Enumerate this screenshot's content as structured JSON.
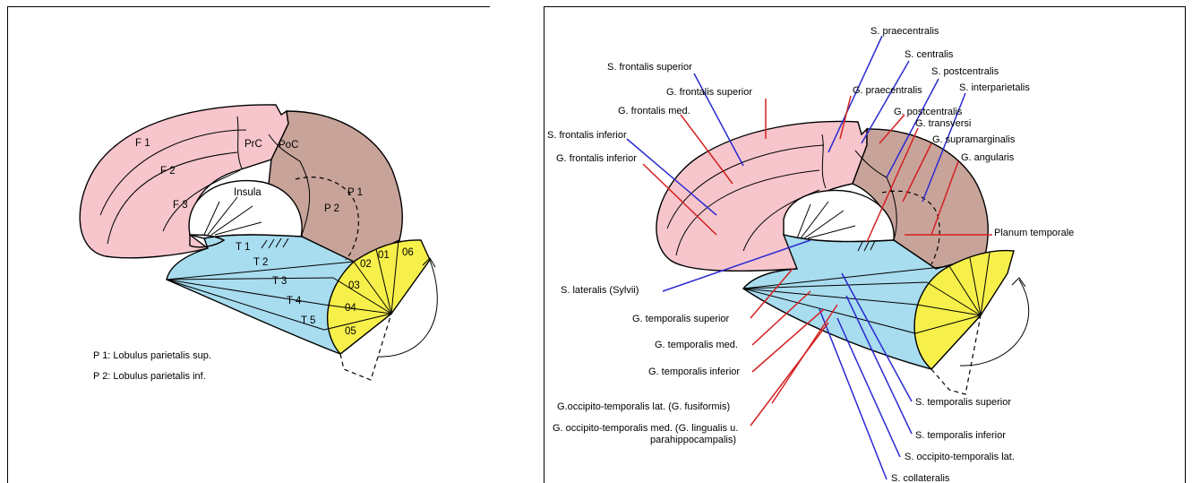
{
  "left_diagram": {
    "regions": {
      "f1": "F 1",
      "f2": "F 2",
      "f3": "F 3",
      "prc": "PrC",
      "poc": "PoC",
      "insula": "Insula",
      "p1": "P 1",
      "p2": "P 2",
      "t1": "T 1",
      "t2": "T 2",
      "t3": "T 3",
      "t4": "T 4",
      "t5": "T 5",
      "o1": "01",
      "o2": "02",
      "o3": "03",
      "o4": "04",
      "o5": "05",
      "o6": "06"
    },
    "legend": {
      "p1": "P 1: Lobulus parietalis sup.",
      "p2": "P 2: Lobulus parietalis inf."
    }
  },
  "right_diagram": {
    "labels": {
      "s_praecentralis": "S. praecentralis",
      "s_centralis": "S. centralis",
      "s_postcentralis": "S. postcentralis",
      "s_interparietalis": "S. interparietalis",
      "s_frontalis_superior": "S. frontalis superior",
      "g_frontalis_superior": "G. frontalis superior",
      "g_praecentralis": "G. praecentralis",
      "g_postcentralis": "G. postcentralis",
      "g_transversi": "G. transversi",
      "g_frontalis_med": "G. frontalis med.",
      "g_supramarginalis": "G. supramarginalis",
      "s_frontalis_inferior": "S. frontalis inferior",
      "g_angularis": "G. angularis",
      "g_frontalis_inferior": "G. frontalis inferior",
      "planum_temporale": "Planum temporale",
      "s_lateralis": "S. lateralis (Sylvii)",
      "g_temporalis_superior": "G. temporalis superior",
      "g_temporalis_med": "G. temporalis med.",
      "g_temporalis_inferior": "G. temporalis inferior",
      "g_occipito_temporalis_lat": "G.occipito-temporalis lat. (G. fusiformis)",
      "g_occipito_temporalis_med_1": "G. occipito-temporalis med. (G. lingualis u.",
      "g_occipito_temporalis_med_2": "parahippocampalis)",
      "s_temporalis_superior": "S. temporalis superior",
      "s_temporalis_inferior": "S. temporalis inferior",
      "s_occipito_temporalis_lat": "S. occipito-temporalis lat.",
      "s_collateralis": "S. collateralis"
    }
  },
  "colors": {
    "frontal": "#f6c6cc",
    "parietal": "#c8a39a",
    "temporal": "#a8dcef",
    "occipital": "#f7f04a",
    "gyrus_leader": "#d42020",
    "sulcus_leader": "#2a2ad0"
  }
}
